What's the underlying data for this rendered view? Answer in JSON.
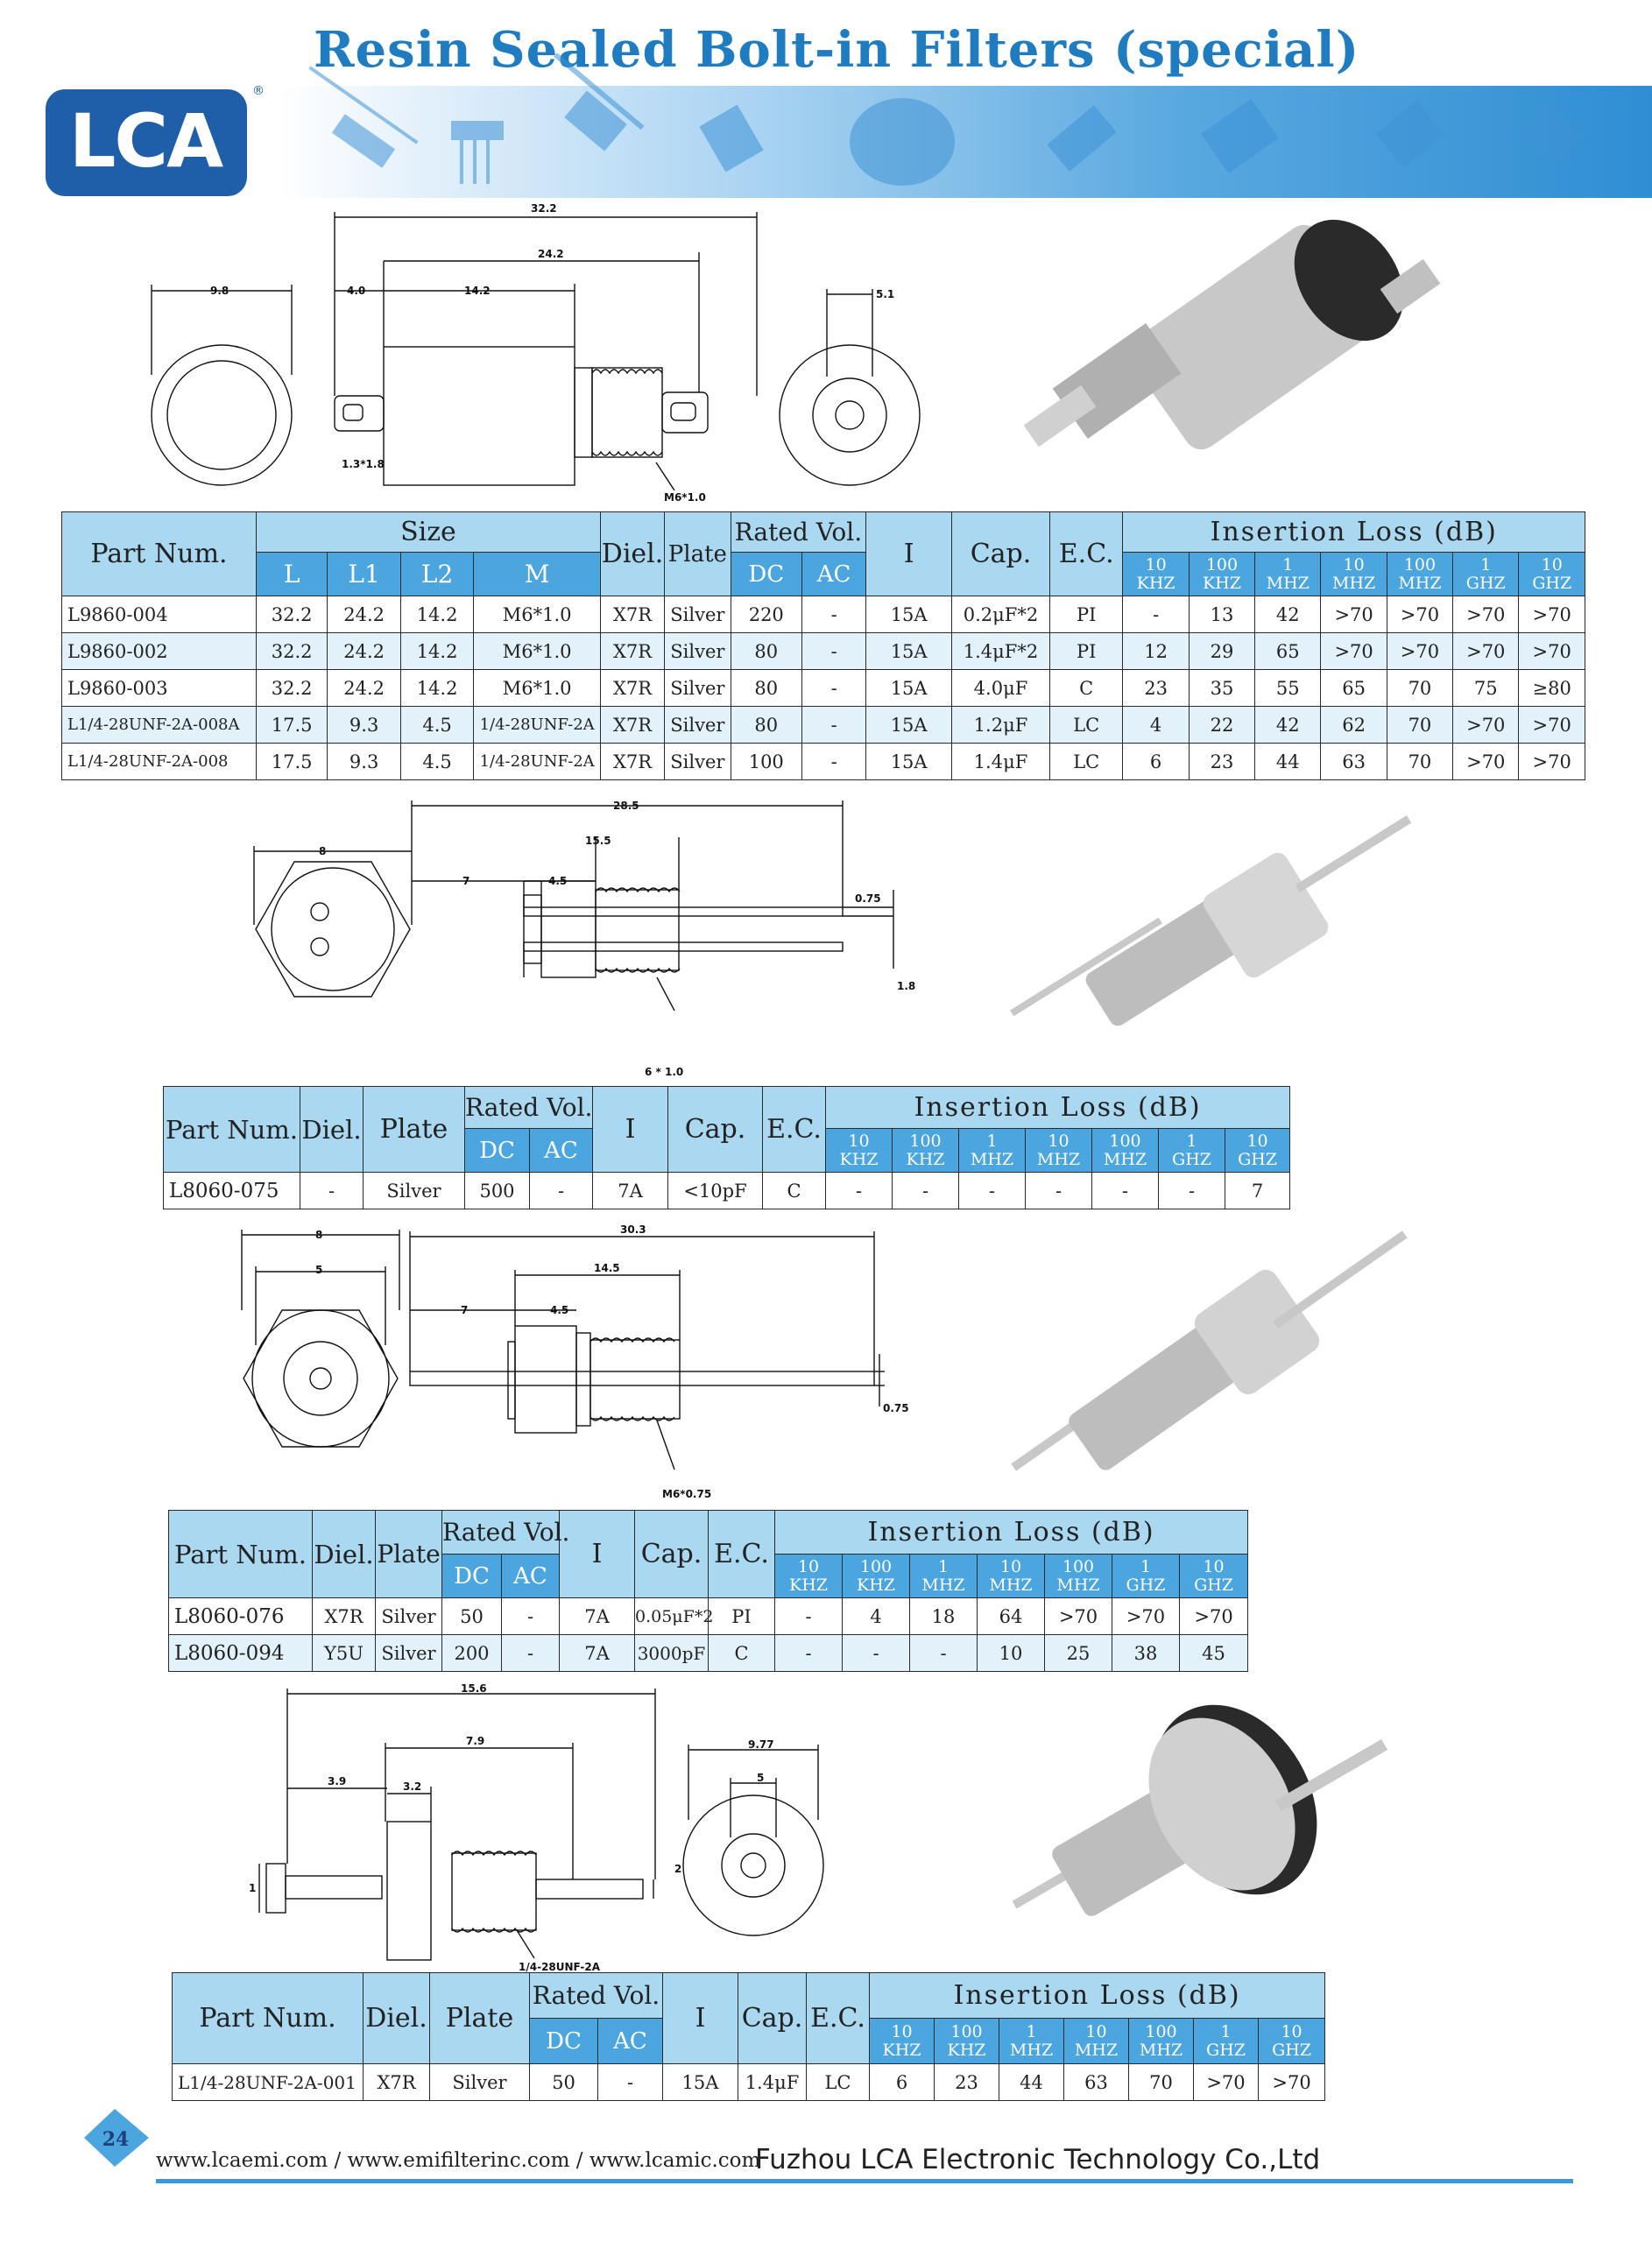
{
  "header": {
    "title": "Resin Sealed Bolt-in Filters (special)",
    "logo_text": "LCA",
    "registered_mark": "®"
  },
  "drawings": {
    "d1": {
      "dims": [
        "32.2",
        "24.2",
        "9.8",
        "4.0",
        "14.2",
        "5.1",
        "1.3*1.8",
        "M6*1.0"
      ]
    },
    "d2": {
      "dims": [
        "28.5",
        "8",
        "15.5",
        "7",
        "4.5",
        "0.75",
        "1.8",
        "6 * 1.0"
      ]
    },
    "d3": {
      "dims": [
        "30.3",
        "8",
        "5",
        "14.5",
        "7",
        "4.5",
        "0.75",
        "M6*0.75"
      ]
    },
    "d4": {
      "dims": [
        "15.6",
        "7.9",
        "3.9",
        "3.2",
        "9.77",
        "5",
        "2",
        "1",
        "1/4-28UNF-2A"
      ]
    }
  },
  "table_labels": {
    "part_num": "Part Num.",
    "size": "Size",
    "L": "L",
    "L1": "L1",
    "L2": "L2",
    "M": "M",
    "diel": "Diel.",
    "plate": "Plate",
    "rated_vol": "Rated Vol.",
    "dc": "DC",
    "ac": "AC",
    "current": "I",
    "cap": "Cap.",
    "ec": "E.C.",
    "insertion_loss": "Insertion Loss (dB)",
    "freqs": [
      [
        "10",
        "KHZ"
      ],
      [
        "100",
        "KHZ"
      ],
      [
        "1",
        "MHZ"
      ],
      [
        "10",
        "MHZ"
      ],
      [
        "100",
        "MHZ"
      ],
      [
        "1",
        "GHZ"
      ],
      [
        "10",
        "GHZ"
      ]
    ]
  },
  "table1": {
    "rows": [
      {
        "part": "L9860-004",
        "L": "32.2",
        "L1": "24.2",
        "L2": "14.2",
        "M": "M6*1.0",
        "diel": "X7R",
        "plate": "Silver",
        "dc": "220",
        "ac": "-",
        "i": "15A",
        "cap": "0.2μF*2",
        "ec": "PI",
        "il": [
          "-",
          "13",
          "42",
          ">70",
          ">70",
          ">70",
          ">70"
        ]
      },
      {
        "part": "L9860-002",
        "L": "32.2",
        "L1": "24.2",
        "L2": "14.2",
        "M": "M6*1.0",
        "diel": "X7R",
        "plate": "Silver",
        "dc": "80",
        "ac": "-",
        "i": "15A",
        "cap": "1.4μF*2",
        "ec": "PI",
        "il": [
          "12",
          "29",
          "65",
          ">70",
          ">70",
          ">70",
          ">70"
        ]
      },
      {
        "part": "L9860-003",
        "L": "32.2",
        "L1": "24.2",
        "L2": "14.2",
        "M": "M6*1.0",
        "diel": "X7R",
        "plate": "Silver",
        "dc": "80",
        "ac": "-",
        "i": "15A",
        "cap": "4.0μF",
        "ec": "C",
        "il": [
          "23",
          "35",
          "55",
          "65",
          "70",
          "75",
          "≥80"
        ]
      },
      {
        "part": "L1/4-28UNF-2A-008A",
        "L": "17.5",
        "L1": "9.3",
        "L2": "4.5",
        "M": "1/4-28UNF-2A",
        "diel": "X7R",
        "plate": "Silver",
        "dc": "80",
        "ac": "-",
        "i": "15A",
        "cap": "1.2μF",
        "ec": "LC",
        "il": [
          "4",
          "22",
          "42",
          "62",
          "70",
          ">70",
          ">70"
        ]
      },
      {
        "part": "L1/4-28UNF-2A-008",
        "L": "17.5",
        "L1": "9.3",
        "L2": "4.5",
        "M": "1/4-28UNF-2A",
        "diel": "X7R",
        "plate": "Silver",
        "dc": "100",
        "ac": "-",
        "i": "15A",
        "cap": "1.4μF",
        "ec": "LC",
        "il": [
          "6",
          "23",
          "44",
          "63",
          "70",
          ">70",
          ">70"
        ]
      }
    ]
  },
  "table2": {
    "rows": [
      {
        "part": "L8060-075",
        "diel": "-",
        "plate": "Silver",
        "dc": "500",
        "ac": "-",
        "i": "7A",
        "cap": "<10pF",
        "ec": "C",
        "il": [
          "-",
          "-",
          "-",
          "-",
          "-",
          "-",
          "7"
        ]
      }
    ]
  },
  "table3": {
    "rows": [
      {
        "part": "L8060-076",
        "diel": "X7R",
        "plate": "Silver",
        "dc": "50",
        "ac": "-",
        "i": "7A",
        "cap": "0.05μF*2",
        "ec": "PI",
        "il": [
          "-",
          "4",
          "18",
          "64",
          ">70",
          ">70",
          ">70"
        ]
      },
      {
        "part": "L8060-094",
        "diel": "Y5U",
        "plate": "Silver",
        "dc": "200",
        "ac": "-",
        "i": "7A",
        "cap": "3000pF",
        "ec": "C",
        "il": [
          "-",
          "-",
          "-",
          "10",
          "25",
          "38",
          "45"
        ]
      }
    ]
  },
  "table4": {
    "rows": [
      {
        "part": "L1/4-28UNF-2A-001",
        "diel": "X7R",
        "plate": "Silver",
        "dc": "50",
        "ac": "-",
        "i": "15A",
        "cap": "1.4μF",
        "ec": "LC",
        "il": [
          "6",
          "23",
          "44",
          "63",
          "70",
          ">70",
          ">70"
        ]
      }
    ]
  },
  "footer": {
    "page_number": "24",
    "websites": "www.lcaemi.com / www.emifilterinc.com / www.lcamic.com",
    "company": "Fuzhou LCA Electronic Technology Co.,Ltd"
  },
  "colors": {
    "title": "#1f7cc0",
    "header_light": "#a9d8f0",
    "header_dark": "#4ba6df",
    "logo": "#1f5ea8"
  }
}
